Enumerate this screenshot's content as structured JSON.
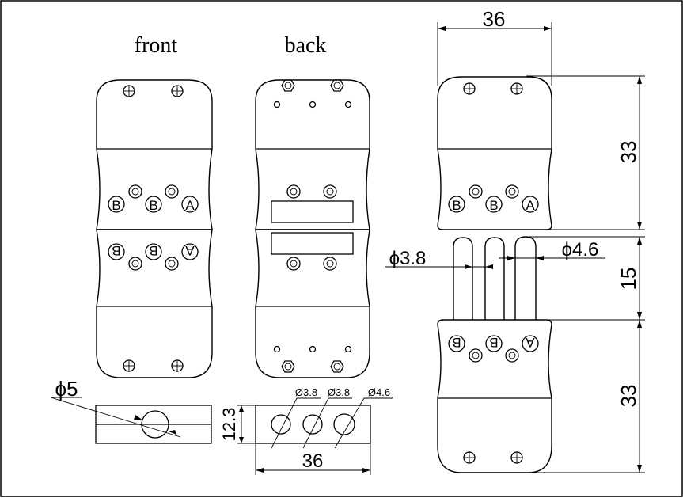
{
  "labels": {
    "front": "front",
    "back": "back"
  },
  "pin_letters": {
    "b": "B",
    "a": "A"
  },
  "dimensions": {
    "top_width": "36",
    "height_upper": "33",
    "pin_length": "15",
    "height_lower": "33",
    "pin_small_dia": "ϕ3.8",
    "pin_large_dia": "ϕ4.6",
    "hole_dia": "ϕ5",
    "face_height": "12.3",
    "face_width": "36",
    "face_hole_1": "Ø3.8",
    "face_hole_2": "Ø3.8",
    "face_hole_3": "Ø4.6"
  }
}
